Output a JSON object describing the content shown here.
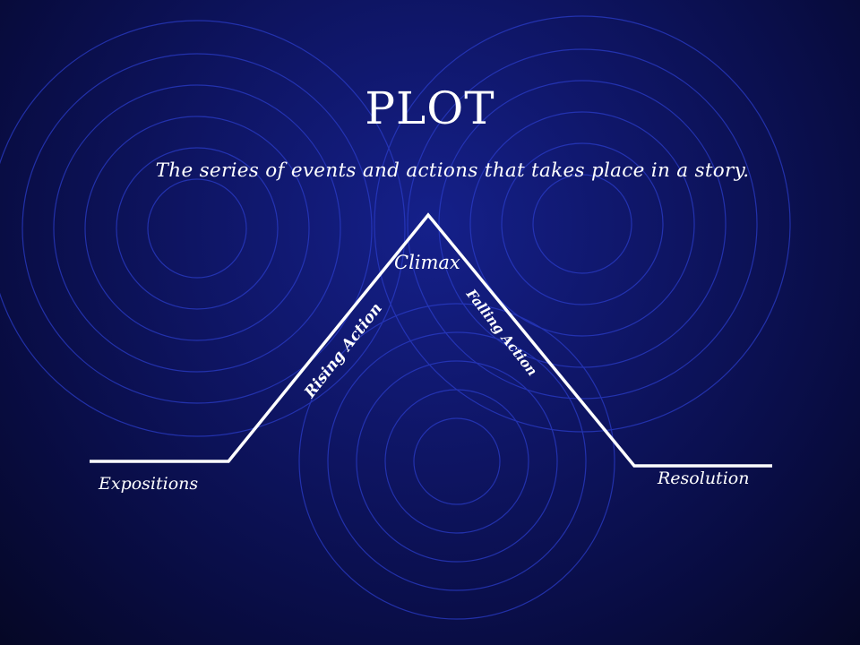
{
  "slide": {
    "title": "PLOT",
    "subtitle": "The series of events and actions that takes place in a story."
  },
  "diagram": {
    "labels": {
      "exposition": "Expositions",
      "rising": "Rising Action",
      "climax": "Climax",
      "falling": "Falling Action",
      "resolution": "Resolution"
    }
  },
  "colors": {
    "background": "#0f1668",
    "rings": "#2a3cc8",
    "line": "#ffffff",
    "text": "#ffffff"
  }
}
